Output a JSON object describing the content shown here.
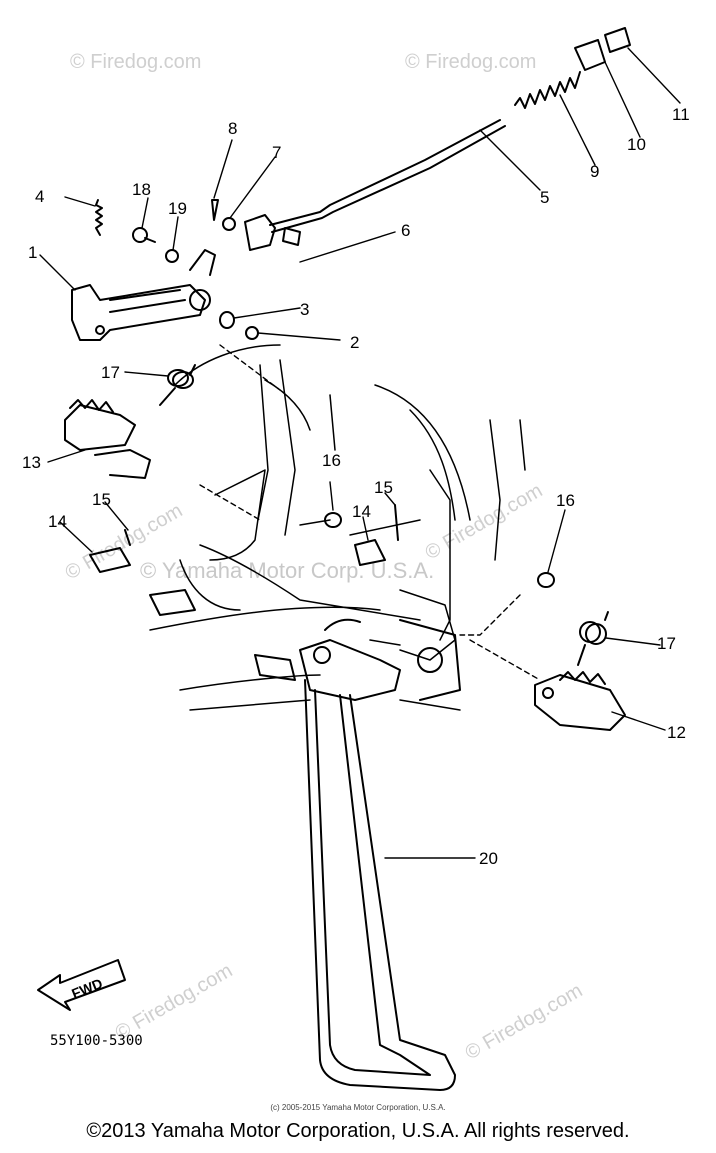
{
  "callouts": [
    "1",
    "2",
    "3",
    "4",
    "5",
    "6",
    "7",
    "8",
    "9",
    "10",
    "11",
    "12",
    "13",
    "14",
    "14",
    "15",
    "15",
    "16",
    "16",
    "17",
    "17",
    "18",
    "19",
    "20"
  ],
  "fwd_label": "FWD",
  "diagram_code": "55Y100-5300",
  "watermarks": {
    "firedog": "© Firedog.com",
    "yamaha": "© Yamaha Motor Corp. U.S.A."
  },
  "small_credit": "(c) 2005-2015 Yamaha Motor Corporation, U.S.A.",
  "footer": "©2013 Yamaha Motor Corporation, U.S.A. All rights reserved."
}
